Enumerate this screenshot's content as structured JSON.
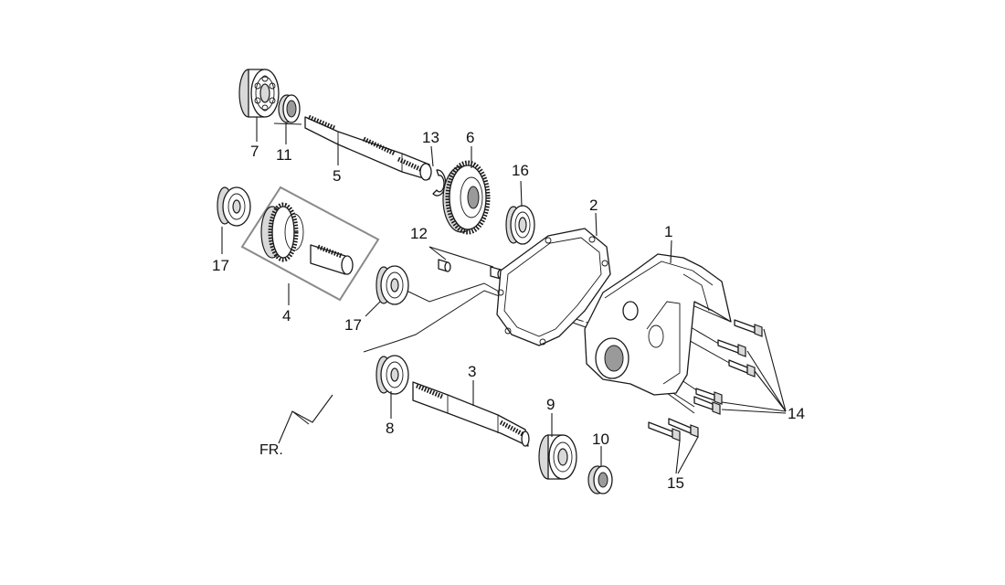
{
  "diagram": {
    "callouts": {
      "c1": "1",
      "c2": "2",
      "c3": "3",
      "c4": "4",
      "c5": "5",
      "c6": "6",
      "c7": "7",
      "c8": "8",
      "c9": "9",
      "c10": "10",
      "c11": "11",
      "c12": "12",
      "c13": "13",
      "c14": "14",
      "c15": "15",
      "c16": "16",
      "c17a": "17",
      "c17b": "17"
    },
    "direction_label": "FR."
  }
}
